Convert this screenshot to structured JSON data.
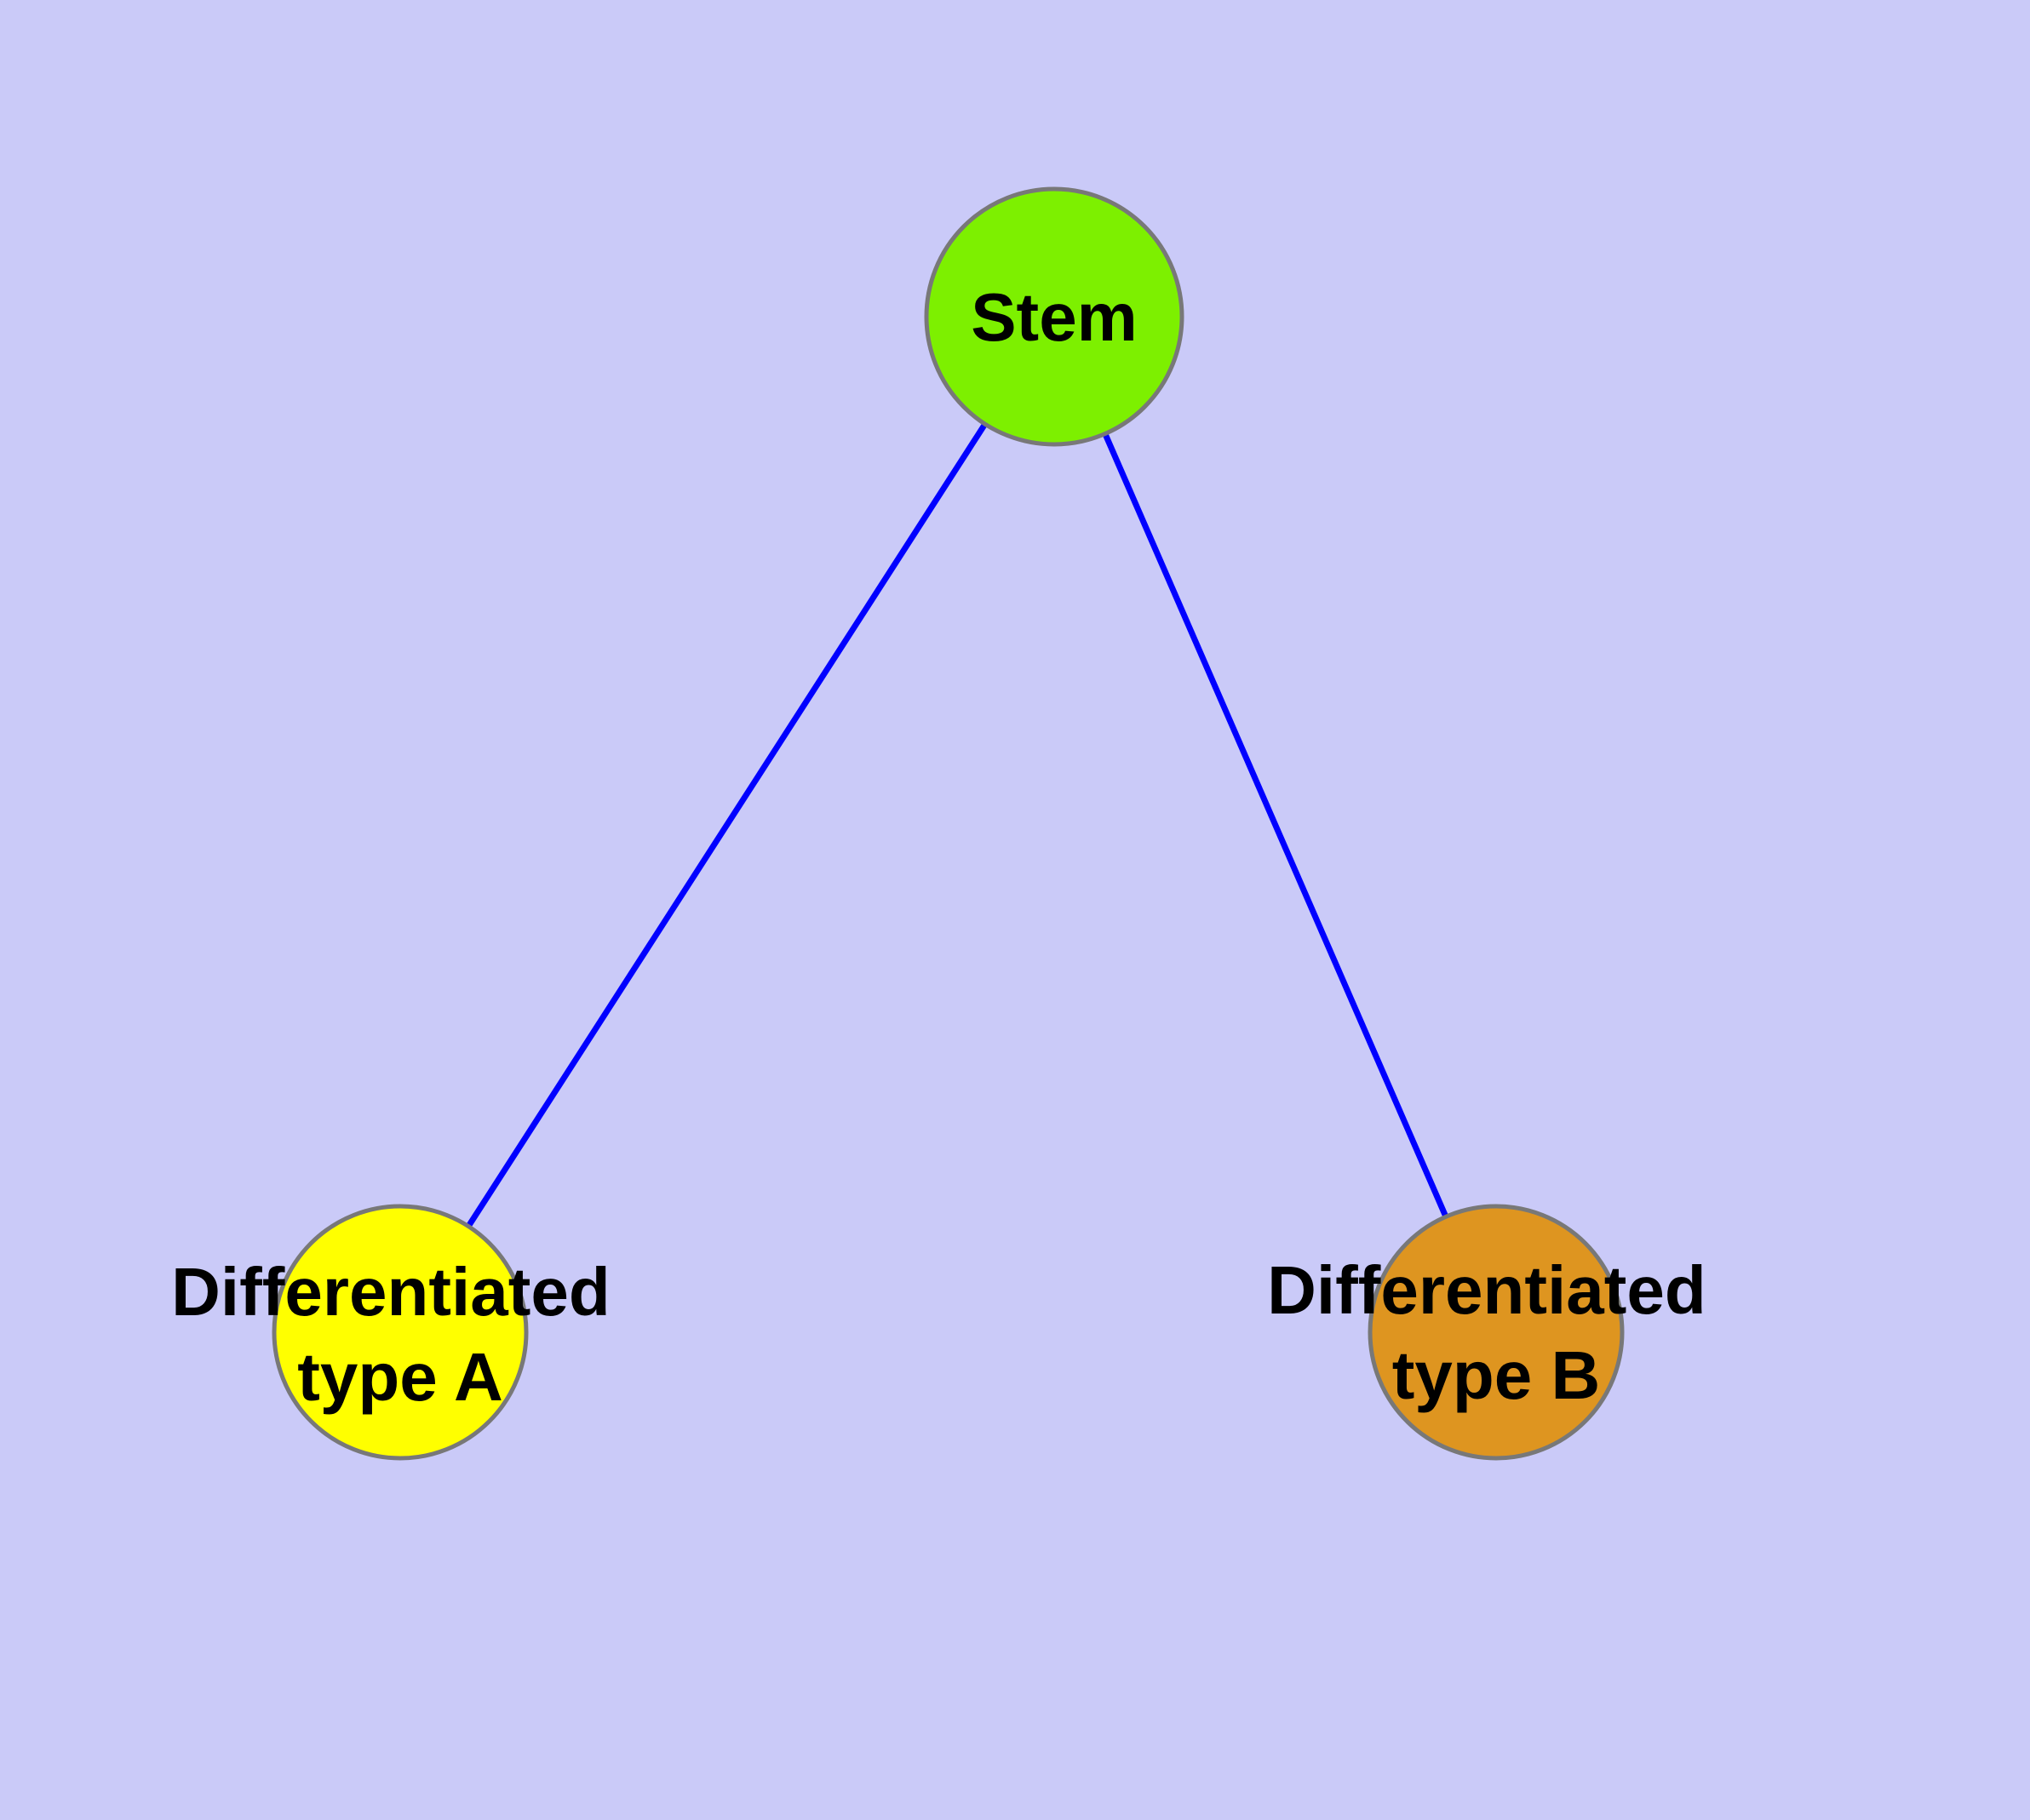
{
  "canvas": {
    "background_color": "#CACAF8",
    "edge_color": "#0000FF",
    "node_border_color": "#787878",
    "label_color": "#000000"
  },
  "diagram": {
    "type": "graph",
    "description": "Cell differentiation tree: stem node branching to two differentiated cell types"
  },
  "nodes": {
    "stem": {
      "label": "Stem",
      "fill": "#7DF000"
    },
    "a": {
      "label": "Differentiated type A",
      "lines": [
        "Differentiated",
        "type A"
      ],
      "fill": "#FFFF00"
    },
    "b": {
      "label": "Differentiated type B",
      "lines": [
        "Differentiated",
        "type B"
      ],
      "fill": "#DE9520"
    }
  },
  "edges": [
    {
      "from": "Stem",
      "to": "Differentiated type A"
    },
    {
      "from": "Stem",
      "to": "Differentiated type B"
    }
  ]
}
